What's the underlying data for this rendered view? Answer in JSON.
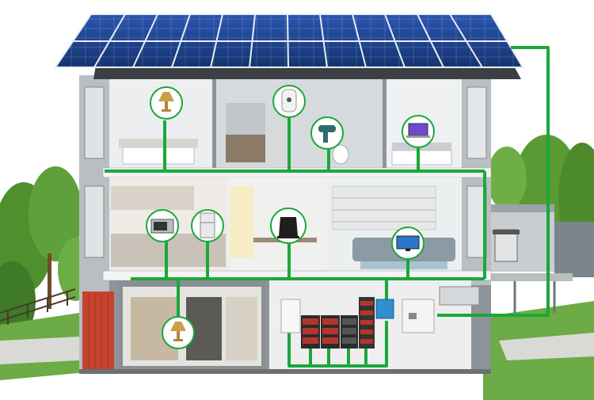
{
  "scene": {
    "subject": "house-cutaway",
    "power_line_color": "#1aa83a",
    "roof_panel_color": "#1c3f8c",
    "sky_color": "#ffffff",
    "lawn_color": "#6cab45",
    "wall_color": "#eef0f2",
    "facade_color": "#8d9499"
  },
  "appliances": [
    {
      "name": "table-lamp-icon",
      "room": "bedroom-left"
    },
    {
      "name": "water-heater-icon",
      "room": "bathroom-upper"
    },
    {
      "name": "hair-dryer-icon",
      "room": "bathroom-upper"
    },
    {
      "name": "laptop-icon",
      "room": "bedroom-right"
    },
    {
      "name": "microwave-icon",
      "room": "kitchen"
    },
    {
      "name": "refrigerator-icon",
      "room": "kitchen"
    },
    {
      "name": "kettle-icon",
      "room": "dining"
    },
    {
      "name": "television-icon",
      "room": "living-room"
    },
    {
      "name": "table-lamp-icon",
      "room": "walk-in-closet"
    }
  ],
  "equipment": [
    {
      "name": "inverter-unit"
    },
    {
      "name": "battery-rack"
    },
    {
      "name": "charge-controller"
    },
    {
      "name": "distribution-panel"
    }
  ]
}
